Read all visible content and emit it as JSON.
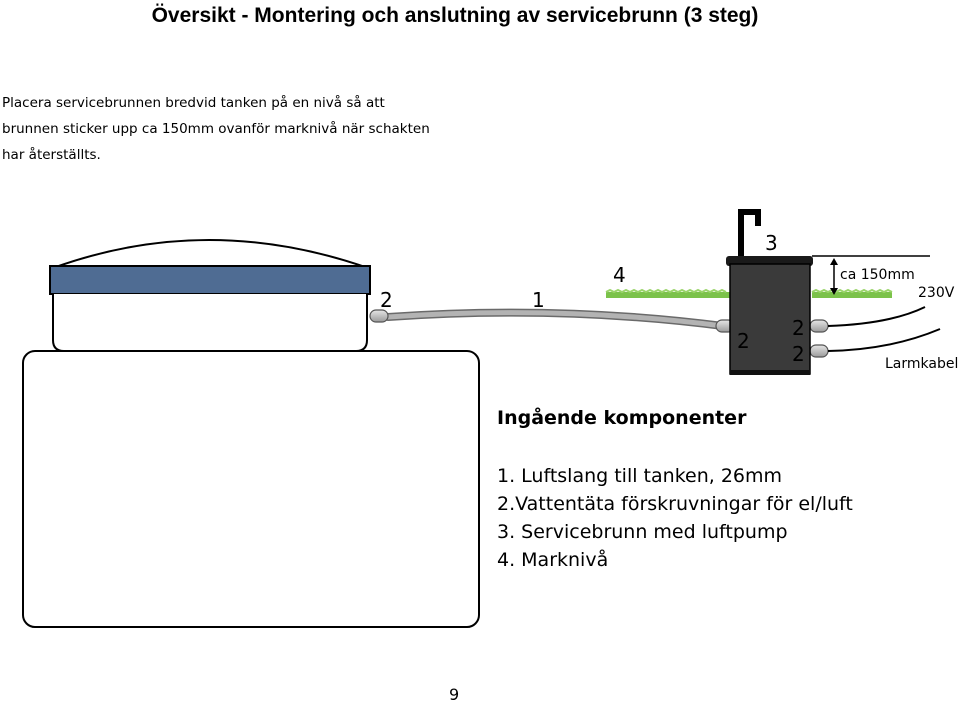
{
  "title": "Översikt - Montering och anslutning av servicebrunn (3 steg)",
  "intro_lines": [
    "Placera servicebrunnen bredvid tanken på en nivå så att",
    "brunnen sticker upp ca 150mm ovanför marknivå när schakten",
    "har återställts."
  ],
  "diagram": {
    "labels": {
      "fitting_tank": "2",
      "hose": "1",
      "ground": "4",
      "well": "3",
      "fitting_well_inner": "2",
      "fitting_well_upper": "2",
      "fitting_well_lower": "2",
      "height": "ca 150mm",
      "power_cable": "230V",
      "alarm_cable": "Larmkabel"
    },
    "colors": {
      "tank_lid": "#4f6c93",
      "grass": "#7bc24a",
      "well_body": "#3a3a3a",
      "hose": "#b3b3b3"
    }
  },
  "components": {
    "heading": "Ingående komponenter",
    "items": [
      "1. Luftslang till tanken, 26mm",
      "2.Vattentäta förskruvningar för el/luft",
      "3. Servicebrunn med luftpump",
      "4. Marknivå"
    ]
  },
  "page_number": "9"
}
